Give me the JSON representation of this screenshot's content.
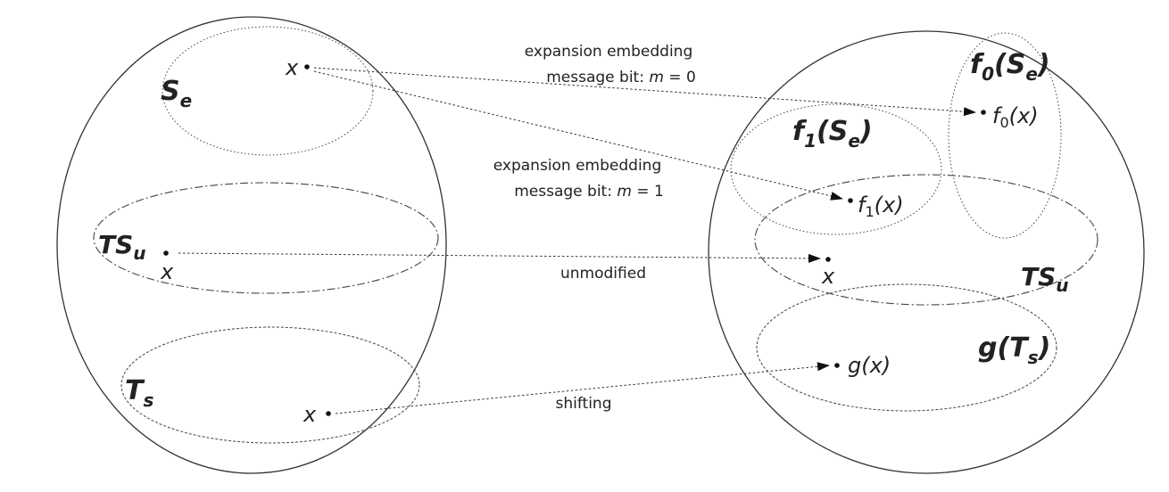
{
  "labels": {
    "se": "S",
    "se_sub": "e",
    "tsu_left": "TS",
    "tsu_left_sub": "u",
    "ts": "T",
    "ts_sub": "s",
    "f0se": "f",
    "f0se_sub": "0",
    "f0se_arg": "(S",
    "f0se_arg_sub": "e",
    "f0se_close": ")",
    "f1se": "f",
    "f1se_sub": "1",
    "f1se_arg": "(S",
    "f1se_arg_sub": "e",
    "f1se_close": ")",
    "tsu_right": "TS",
    "tsu_right_sub": "u",
    "gts": "g(T",
    "gts_sub": "s",
    "gts_close": ")"
  },
  "points": {
    "x_se": "x",
    "x_tsu": "x",
    "x_ts": "x",
    "f0x_f": "f",
    "f0x_sub": "0",
    "f0x_arg": "(x)",
    "f1x_f": "f",
    "f1x_sub": "1",
    "f1x_arg": "(x)",
    "x_right": "x",
    "gx": "g(x)"
  },
  "arrows": {
    "exp0_line1": "expansion embedding",
    "exp0_line2_pre": "message bit: ",
    "exp0_m": "m",
    "exp0_line2_post": " = 0",
    "exp1_line1": "expansion embedding",
    "exp1_line2_pre": "message bit: ",
    "exp1_m": "m",
    "exp1_line2_post": " = 1",
    "unmodified": "unmodified",
    "shifting": "shifting"
  }
}
